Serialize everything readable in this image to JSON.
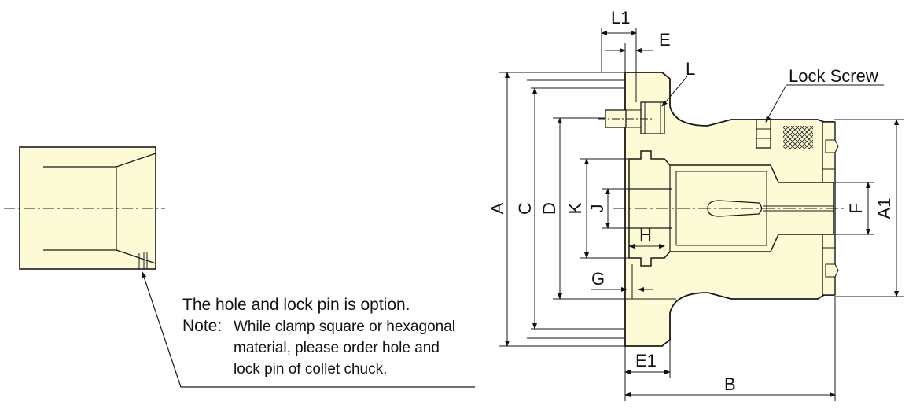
{
  "labels": {
    "L1": "L1",
    "E": "E",
    "L": "L",
    "lock_screw": "Lock Screw",
    "A": "A",
    "C": "C",
    "D": "D",
    "K": "K",
    "J": "J",
    "H": "H",
    "G": "G",
    "F": "F",
    "A1": "A1",
    "E1": "E1",
    "B": "B"
  },
  "note": {
    "line1": "The hole and lock pin is option.",
    "prefix": "Note:",
    "line2": "While clamp square or hexagonal",
    "line3": "material, please order hole and",
    "line4": "lock pin of collet chuck."
  },
  "colors": {
    "part_fill": "#fdfbd6",
    "outline": "#1a1a1a"
  }
}
